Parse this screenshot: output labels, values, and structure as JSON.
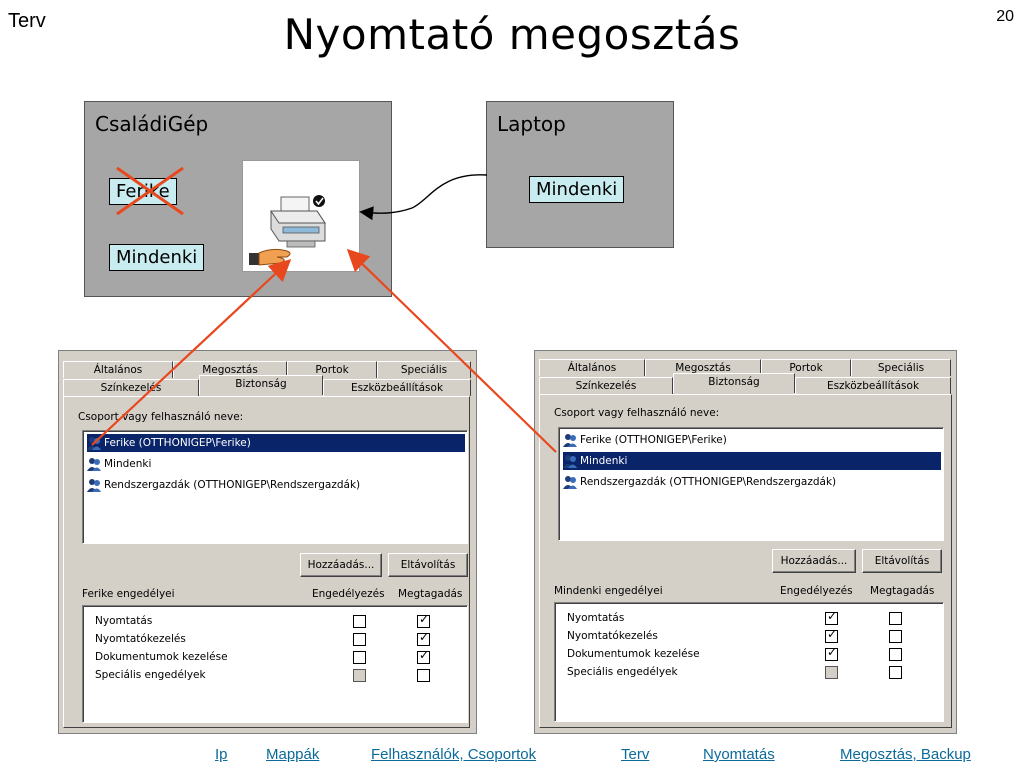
{
  "slide": {
    "corner_label": "Terv",
    "title": "Nyomtató megosztás",
    "page_number": "20"
  },
  "diagram": {
    "host_pc": {
      "title": "CsaládiGép",
      "users": [
        "Ferike",
        "Mindenki"
      ]
    },
    "laptop": {
      "title": "Laptop",
      "users": [
        "Mindenki"
      ]
    }
  },
  "dialog_left": {
    "tabs_row1": [
      "Általános",
      "Megosztás",
      "Portok",
      "Speciális"
    ],
    "tabs_row2": [
      "Színkezelés",
      "Biztonság",
      "Eszközbeállítások"
    ],
    "active_tab": "Biztonság",
    "group_label": "Csoport vagy felhasználó neve:",
    "users": [
      {
        "name": "Ferike (OTTHONIGEP\\Ferike)",
        "selected": true
      },
      {
        "name": "Mindenki",
        "selected": false
      },
      {
        "name": "Rendszergazdák (OTTHONIGEP\\Rendszergazdák)",
        "selected": false
      }
    ],
    "add_button": "Hozzáadás...",
    "remove_button": "Eltávolítás",
    "perm_header": "Ferike engedélyei",
    "allow_header": "Engedélyezés",
    "deny_header": "Megtagadás",
    "permissions": [
      {
        "label": "Nyomtatás",
        "allow": "unchecked",
        "deny": "checked"
      },
      {
        "label": "Nyomtatókezelés",
        "allow": "unchecked",
        "deny": "checked"
      },
      {
        "label": "Dokumentumok kezelése",
        "allow": "unchecked",
        "deny": "checked"
      },
      {
        "label": "Speciális engedélyek",
        "allow": "grey",
        "deny": "unchecked"
      }
    ]
  },
  "dialog_right": {
    "tabs_row1": [
      "Általános",
      "Megosztás",
      "Portok",
      "Speciális"
    ],
    "tabs_row2": [
      "Színkezelés",
      "Biztonság",
      "Eszközbeállítások"
    ],
    "active_tab": "Biztonság",
    "group_label": "Csoport vagy felhasználó neve:",
    "users": [
      {
        "name": "Ferike (OTTHONIGEP\\Ferike)",
        "selected": false
      },
      {
        "name": "Mindenki",
        "selected": true
      },
      {
        "name": "Rendszergazdák (OTTHONIGEP\\Rendszergazdák)",
        "selected": false
      }
    ],
    "add_button": "Hozzáadás...",
    "remove_button": "Eltávolítás",
    "perm_header": "Mindenki engedélyei",
    "allow_header": "Engedélyezés",
    "deny_header": "Megtagadás",
    "permissions": [
      {
        "label": "Nyomtatás",
        "allow": "checked",
        "deny": "unchecked"
      },
      {
        "label": "Nyomtatókezelés",
        "allow": "checked",
        "deny": "unchecked"
      },
      {
        "label": "Dokumentumok kezelése",
        "allow": "checked",
        "deny": "unchecked"
      },
      {
        "label": "Speciális engedélyek",
        "allow": "grey",
        "deny": "unchecked"
      }
    ]
  },
  "footer_links": [
    "Ip",
    "Mappák",
    "Felhasználók, Csoportok",
    "Terv",
    "Nyomtatás",
    "Megosztás, Backup"
  ],
  "colors": {
    "pc_box": "#a6a6a6",
    "user_chip": "#c8ecf0",
    "arrow_red": "#e8481e",
    "cross_red": "#e8481e",
    "selection": "#0a246a",
    "link": "#0b6a9a"
  },
  "icons": {
    "printer": "shared-printer-icon",
    "user": "user-group-icon"
  }
}
